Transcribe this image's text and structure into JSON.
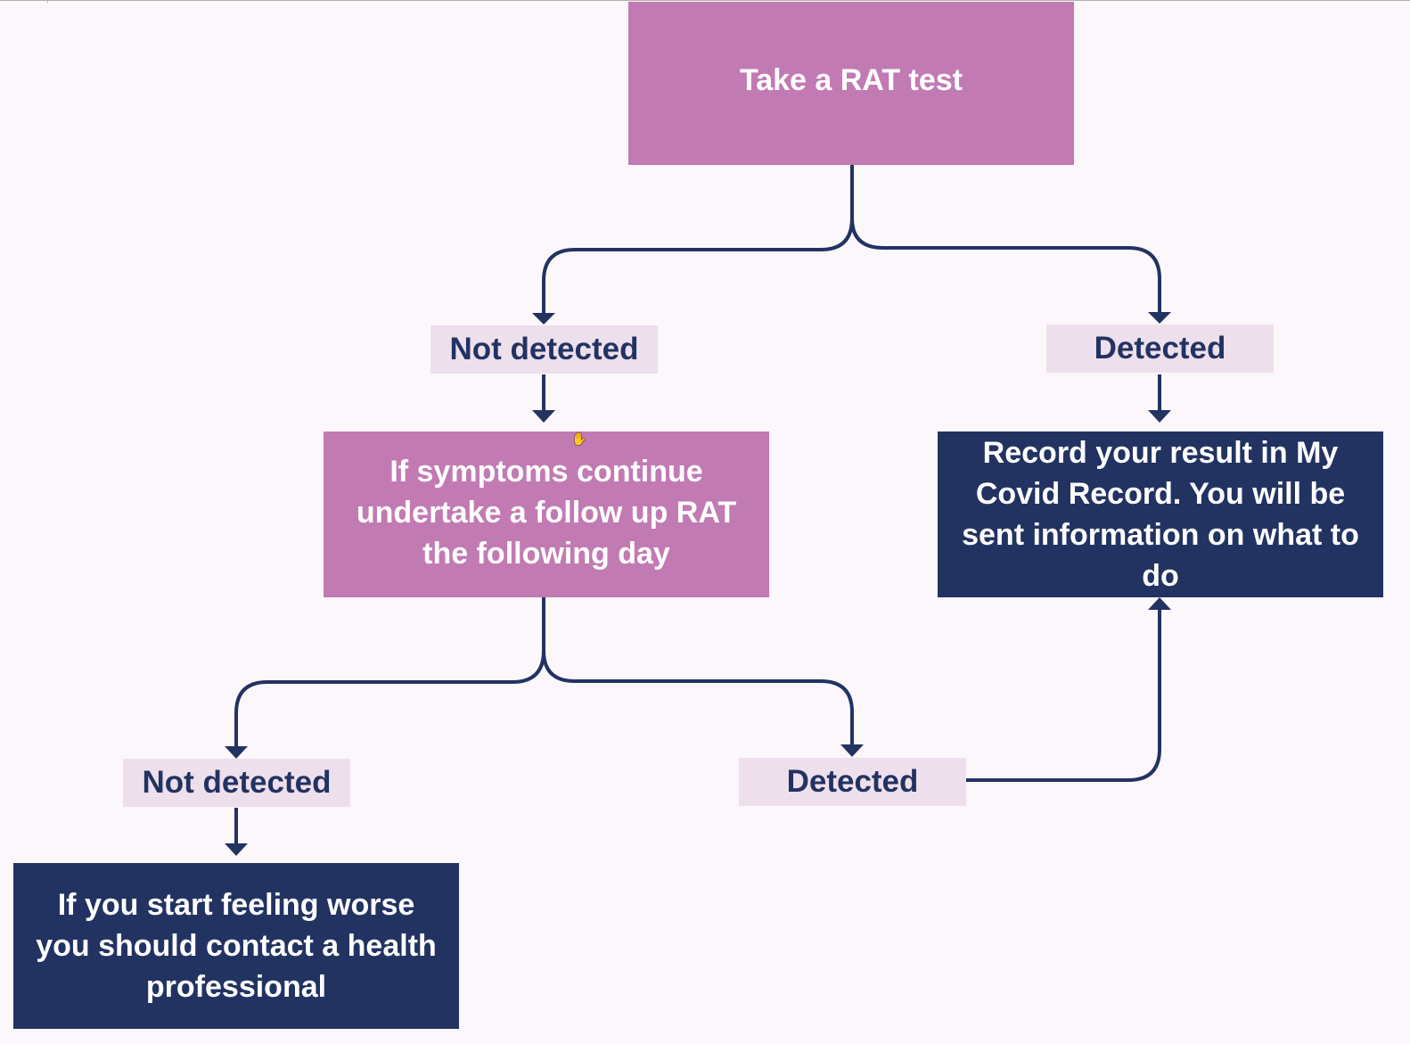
{
  "diagram": {
    "title": "RAT test result flowchart",
    "colors": {
      "background": "#fcf7fb",
      "action_box": "#c27ab3",
      "outcome_box": "#223362",
      "label_box": "#eedfec",
      "connector": "#223362",
      "text_light": "#ffffff",
      "text_dark": "#223362"
    },
    "nodes": {
      "start": {
        "text": "Take a RAT test",
        "style": "action"
      },
      "not_detected_1": {
        "text": "Not detected",
        "style": "label"
      },
      "detected_1": {
        "text": "Detected",
        "style": "label"
      },
      "follow_up": {
        "text": "If symptoms continue undertake a follow up RAT the following day",
        "style": "action"
      },
      "record_result": {
        "text": "Record your result in My Covid Record. You will be sent information on what to do",
        "style": "outcome"
      },
      "not_detected_2": {
        "text": "Not detected",
        "style": "label"
      },
      "detected_2": {
        "text": "Detected",
        "style": "label"
      },
      "contact_health": {
        "text": "If you start feeling worse you should contact a health professional",
        "style": "outcome"
      }
    },
    "edges": [
      {
        "from": "start",
        "to": "not_detected_1"
      },
      {
        "from": "start",
        "to": "detected_1"
      },
      {
        "from": "not_detected_1",
        "to": "follow_up"
      },
      {
        "from": "detected_1",
        "to": "record_result"
      },
      {
        "from": "follow_up",
        "to": "not_detected_2"
      },
      {
        "from": "follow_up",
        "to": "detected_2"
      },
      {
        "from": "not_detected_2",
        "to": "contact_health"
      },
      {
        "from": "detected_2",
        "to": "record_result"
      }
    ],
    "cursor_icon": "hand-pointer-icon"
  }
}
